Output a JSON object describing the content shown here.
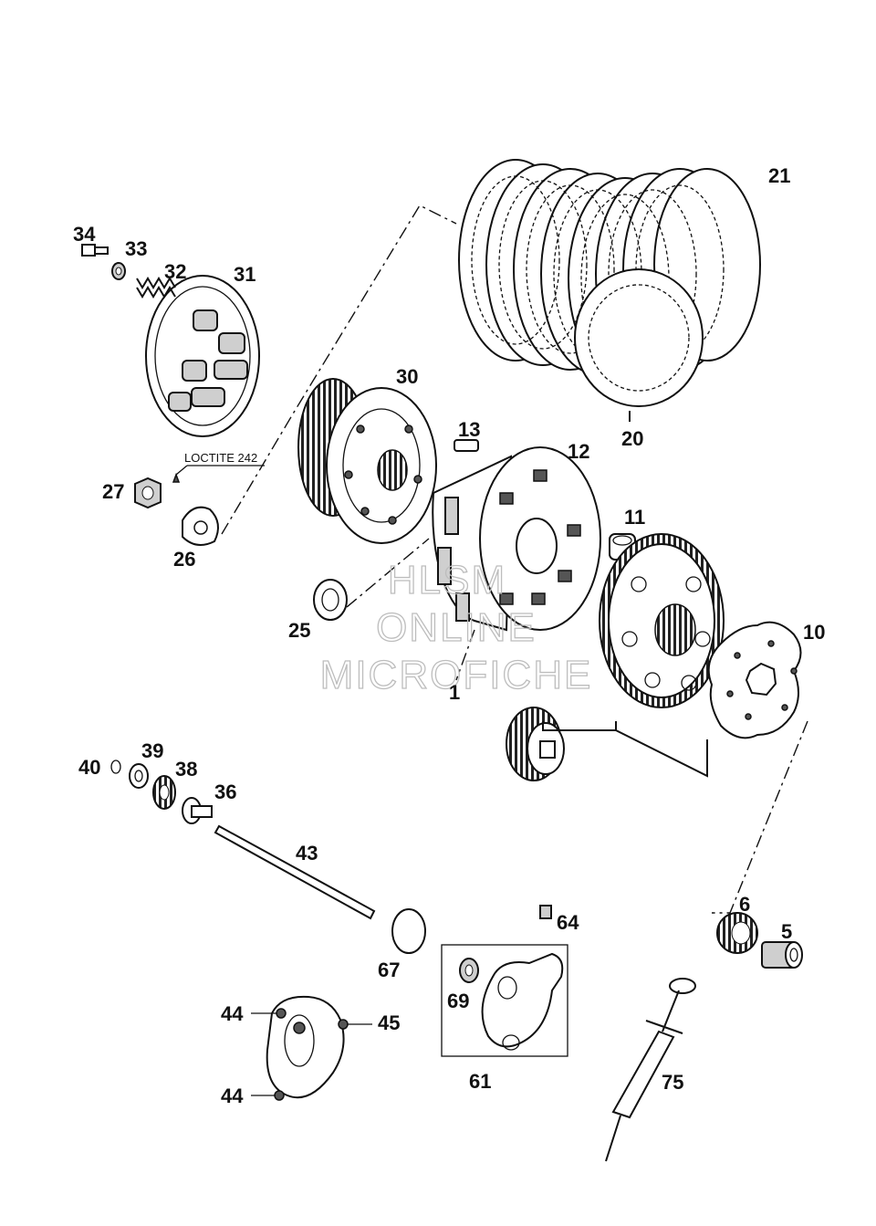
{
  "labels": {
    "p1": "1",
    "p5": "5",
    "p6": "6",
    "p10": "10",
    "p11": "11",
    "p12": "12",
    "p13": "13",
    "p20": "20",
    "p21": "21",
    "p25": "25",
    "p26": "26",
    "p27": "27",
    "p30": "30",
    "p31": "31",
    "p32": "32",
    "p33": "33",
    "p34": "34",
    "p36": "36",
    "p38": "38",
    "p39": "39",
    "p40": "40",
    "p43": "43",
    "p44a": "44",
    "p44b": "44",
    "p45": "45",
    "p61": "61",
    "p64": "64",
    "p67": "67",
    "p69": "69",
    "p75": "75"
  },
  "annotation": "LOCTITE 242",
  "watermark": [
    "HLSM",
    "ONLINE",
    "MICROFICHE"
  ]
}
